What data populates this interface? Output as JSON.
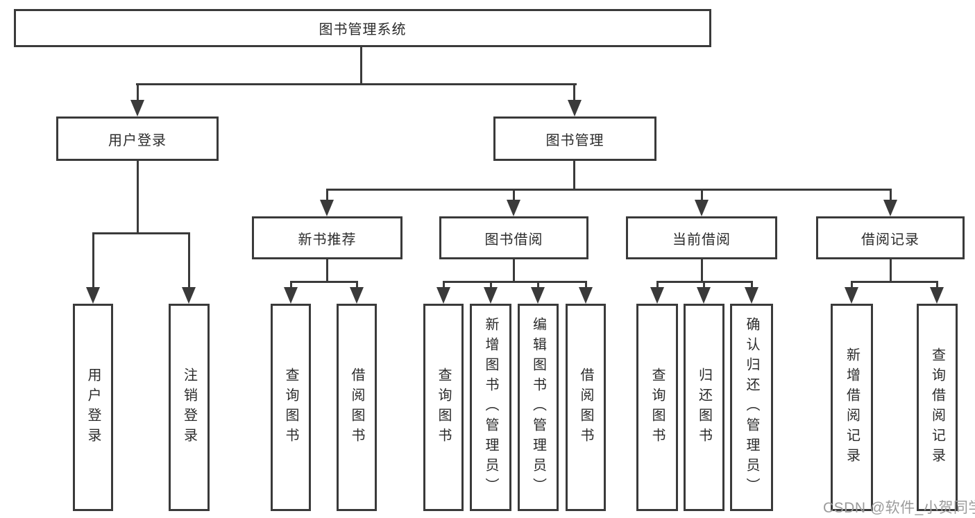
{
  "tree": {
    "label": "图书管理系统",
    "children": [
      {
        "label": "用户登录",
        "children": [
          {
            "label": "用户登录"
          },
          {
            "label": "注销登录"
          }
        ]
      },
      {
        "label": "图书管理",
        "children": [
          {
            "label": "新书推荐",
            "children": [
              {
                "label": "查询图书"
              },
              {
                "label": "借阅图书"
              }
            ]
          },
          {
            "label": "图书借阅",
            "children": [
              {
                "label": "查询图书"
              },
              {
                "label": "新增图书（管理员）"
              },
              {
                "label": "编辑图书（管理员）"
              },
              {
                "label": "借阅图书"
              }
            ]
          },
          {
            "label": "当前借阅",
            "children": [
              {
                "label": "查询图书"
              },
              {
                "label": "归还图书"
              },
              {
                "label": "确认归还（管理员）"
              }
            ]
          },
          {
            "label": "借阅记录",
            "children": [
              {
                "label": "新增借阅记录"
              },
              {
                "label": "查询借阅记录"
              }
            ]
          }
        ]
      }
    ]
  },
  "watermark": "CSDN @软件_小贺同学",
  "colors": {
    "line": "#3a3a3a",
    "text": "#2b2b2b",
    "background": "#ffffff",
    "watermark": "#9b9b9b"
  }
}
